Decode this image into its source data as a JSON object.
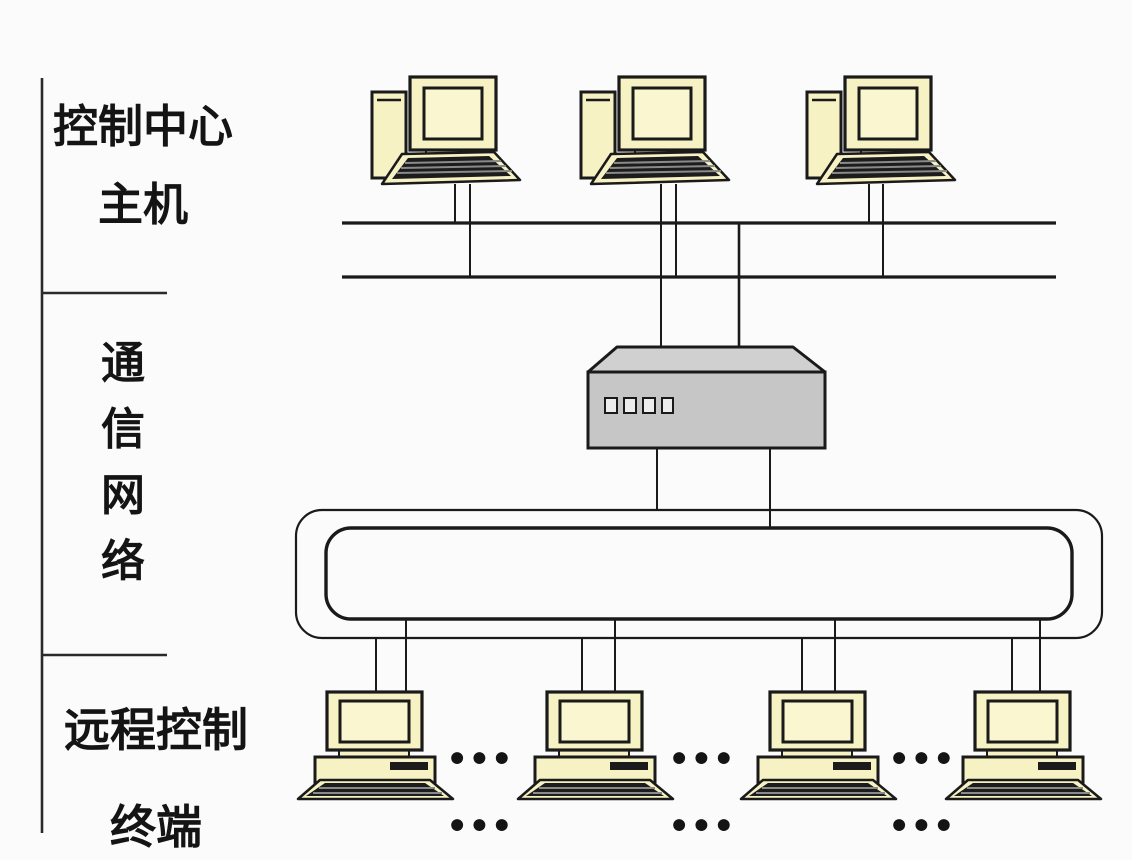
{
  "labels": {
    "control_center_line1": "控制中心",
    "control_center_line2": "主机",
    "comm_network_chars": [
      "通",
      "信",
      "网",
      "络"
    ],
    "remote_terminal_line1": "远程控制",
    "remote_terminal_line2": "终端"
  },
  "ellipsis": "...",
  "devices": {
    "host_computer_count": 3,
    "terminal_computer_count": 4,
    "network_device_button_count": 4
  },
  "colors": {
    "background": "#fbfbfb",
    "line": "#1a1a1a",
    "bracket": "#2a2a2a",
    "text": "#141414",
    "device_fill": "#f6f2c3",
    "screen_fill": "#faf6d0",
    "keys_dark": "#1c1c1c",
    "key_stripe": "#8a8a8a",
    "modem_front": "#c6c6c6",
    "modem_top": "#d0d0d0",
    "modem_button": "#ededed"
  }
}
